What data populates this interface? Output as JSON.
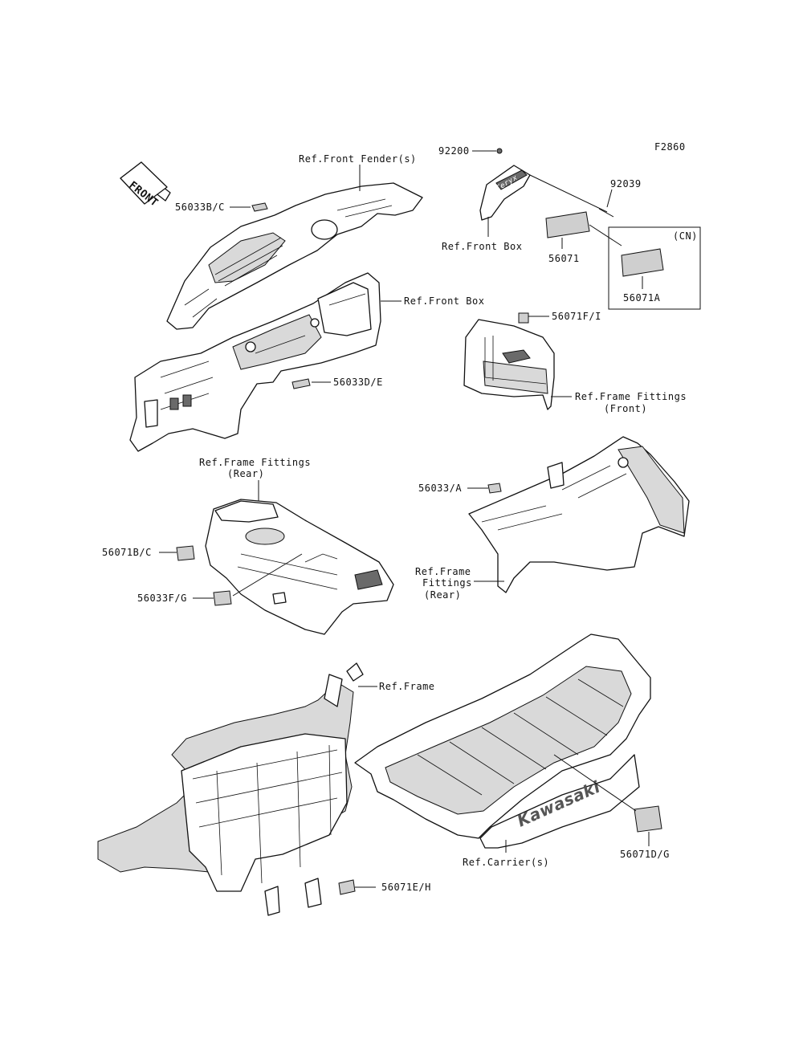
{
  "figure_id": "F2860",
  "front_arrow_label": "FRONT",
  "front_box_decal_text": "Teryx",
  "carrier_logo_text": "Kawasaki",
  "cn_group": {
    "title": "(CN)",
    "part": "56071A"
  },
  "callouts": {
    "front_fender": "Ref.Front Fender(s)",
    "p56033bc": "56033B/C",
    "p92200": "92200",
    "p92039": "92039",
    "front_box_top": "Ref.Front Box",
    "p56071": "56071",
    "front_box_mid": "Ref.Front Box",
    "p56033de": "56033D/E",
    "p56071fi": "56071F/I",
    "ff_front_1": "Ref.Frame Fittings",
    "ff_front_2": "(Front)",
    "ff_rear_left_1": "Ref.Frame Fittings",
    "ff_rear_left_2": "(Rear)",
    "p56033a": "56033/A",
    "p56071bc": "56071B/C",
    "ff_rear_right_1": "Ref.Frame",
    "ff_rear_right_2": "Fittings",
    "ff_rear_right_3": "(Rear)",
    "p56033fg": "56033F/G",
    "ref_frame": "Ref.Frame",
    "p56071dg": "56071D/G",
    "ref_carrier": "Ref.Carrier(s)",
    "p56071eh": "56071E/H"
  }
}
